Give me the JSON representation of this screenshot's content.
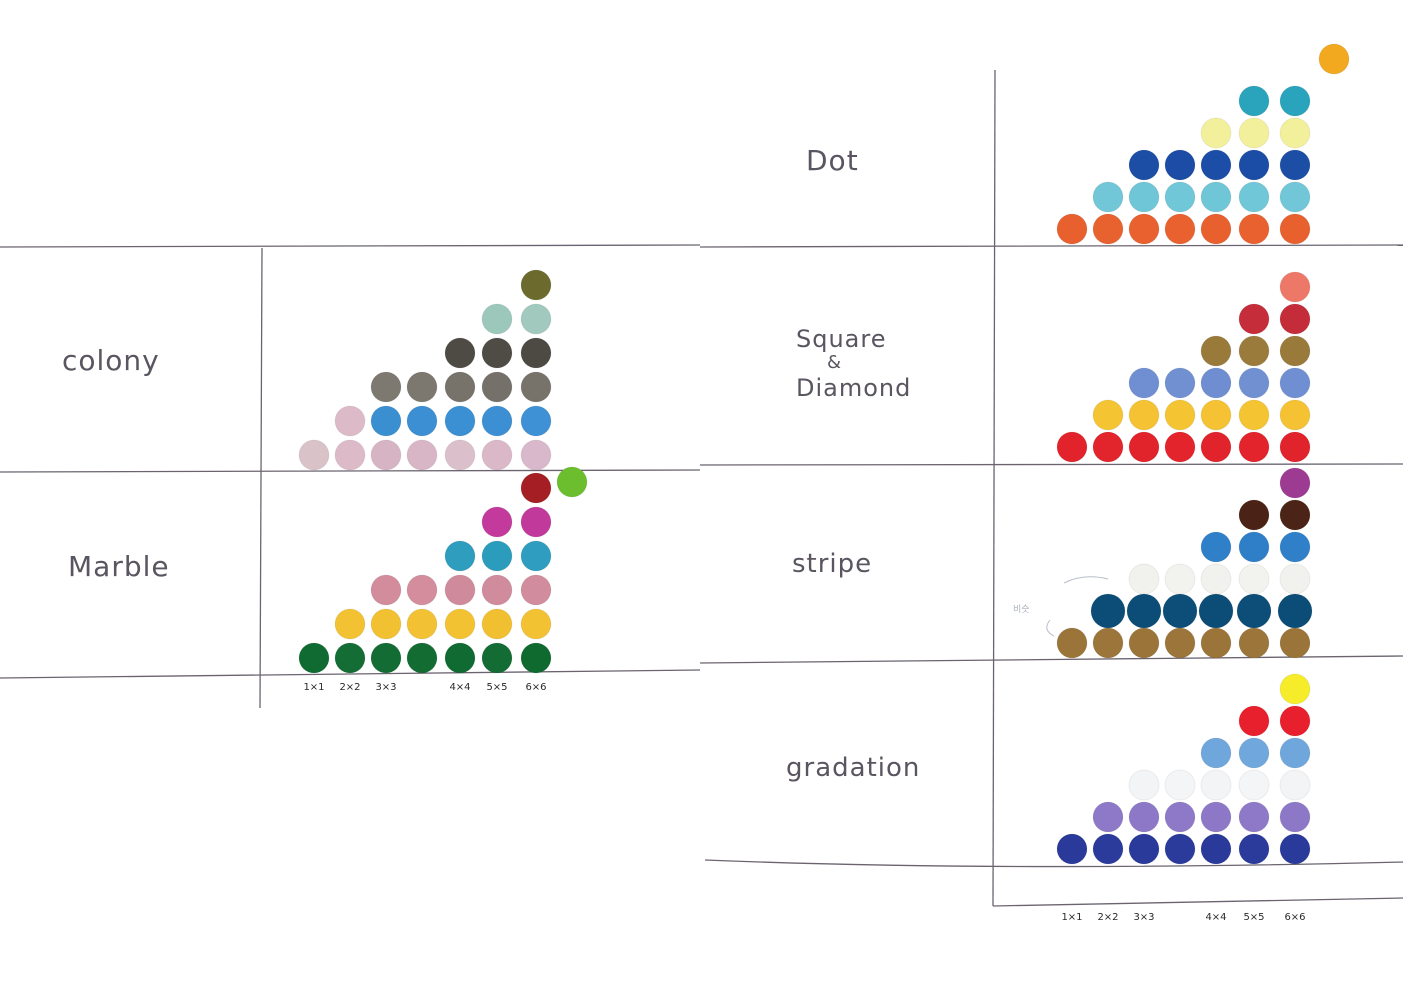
{
  "left_chart": {
    "rows": [
      {
        "label": "colony",
        "columns": [
          {
            "count": 1,
            "color": "#d9c2c8"
          },
          {
            "count": 2,
            "color": "#dcbac8"
          },
          {
            "count": 3,
            "colors": [
              "#d6b4c4",
              "#3a8fd1",
              "#7d7870"
            ]
          },
          {
            "count": 3,
            "colors": [
              "#d8b6c5",
              "#3b8fd2",
              "#7c776f"
            ]
          },
          {
            "count": 4,
            "colors": [
              "#dbbfca",
              "#3a90d3",
              "#77736b",
              "#4e4b45"
            ]
          },
          {
            "count": 5,
            "colors": [
              "#dab8c8",
              "#3c8fd2",
              "#75716a",
              "#4f4c46",
              "#9cc7bb"
            ]
          },
          {
            "count": 6,
            "colors": [
              "#dab8cc",
              "#3d91d4",
              "#77736b",
              "#4d4a44",
              "#a1c9bd",
              "#6c6b2d"
            ]
          }
        ]
      },
      {
        "label": "Marble",
        "columns": [
          {
            "count": 1,
            "color": "#0f6b31"
          },
          {
            "count": 2,
            "colors": [
              "#136d34",
              "#f3c232"
            ]
          },
          {
            "count": 3,
            "colors": [
              "#126c33",
              "#f2c131",
              "#d28c9c"
            ]
          },
          {
            "count": 3,
            "colors": [
              "#136d33",
              "#f2c234",
              "#d38d9d"
            ]
          },
          {
            "count": 4,
            "colors": [
              "#0f6b31",
              "#f3c232",
              "#cf8a9b",
              "#2f9dbe"
            ]
          },
          {
            "count": 5,
            "colors": [
              "#126c33",
              "#f1c030",
              "#d08c9c",
              "#2c9cbd",
              "#c33a9c"
            ]
          },
          {
            "count": 6,
            "colors": [
              "#0f6a30",
              "#f2c233",
              "#d18c9d",
              "#2e9dbf",
              "#c13a9b",
              "#a51e23"
            ]
          }
        ],
        "extra": {
          "color": "#6cbe2f"
        }
      }
    ],
    "x_labels": [
      "1×1",
      "2×2",
      "3×3",
      "4×4",
      "5×5",
      "6×6"
    ]
  },
  "right_chart": {
    "rows": [
      {
        "label": "Dot",
        "columns": [
          {
            "count": 1,
            "color": "#e8602e"
          },
          {
            "count": 2,
            "colors": [
              "#e8622f",
              "#71c7d8"
            ]
          },
          {
            "count": 3,
            "colors": [
              "#e8612e",
              "#6fc6d7",
              "#1d4ea6"
            ]
          },
          {
            "count": 3,
            "colors": [
              "#e9612f",
              "#70c7d8",
              "#1c4ca5"
            ]
          },
          {
            "count": 4,
            "colors": [
              "#e8602e",
              "#6fc6d7",
              "#1d4ea7",
              "#f2f09a"
            ]
          },
          {
            "count": 5,
            "colors": [
              "#e8612f",
              "#70c7d8",
              "#1c4da6",
              "#f3f09b",
              "#2aa3bc"
            ]
          },
          {
            "count": 6,
            "colors": [
              "#e8602e",
              "#71c7d8",
              "#1d4ea6",
              "#f2f09a",
              "#2aa3bc",
              "#f2a81f"
            ]
          }
        ]
      },
      {
        "label_lines": [
          "Square",
          "&",
          "Diamond"
        ],
        "columns": [
          {
            "count": 1,
            "color": "#e3232b"
          },
          {
            "count": 2,
            "colors": [
              "#e2242c",
              "#f5c433"
            ]
          },
          {
            "count": 3,
            "colors": [
              "#e1232b",
              "#f4c232",
              "#6f8fd2"
            ]
          },
          {
            "count": 3,
            "colors": [
              "#e3242c",
              "#f5c433",
              "#7090d2"
            ]
          },
          {
            "count": 4,
            "colors": [
              "#e1232b",
              "#f4c232",
              "#6e8ed1",
              "#9a7a3a"
            ]
          },
          {
            "count": 5,
            "colors": [
              "#e3242c",
              "#f5c433",
              "#7090d2",
              "#9b7b3b",
              "#c52d3a"
            ]
          },
          {
            "count": 6,
            "colors": [
              "#e1232b",
              "#f4c232",
              "#6f8fd2",
              "#9a7a3a",
              "#c42c39",
              "#ee7868"
            ]
          }
        ]
      },
      {
        "label": "stripe",
        "columns": [
          {
            "count": 1,
            "color": "#9a7438"
          },
          {
            "count": 2,
            "colors": [
              "#9b7539",
              "#0b4d76"
            ]
          },
          {
            "count": 3,
            "colors": [
              "#9a7438",
              "#0b4d76",
              "#f1f2ee"
            ]
          },
          {
            "count": 3,
            "colors": [
              "#9b7539",
              "#0c4e77",
              "#f2f3ef"
            ]
          },
          {
            "count": 4,
            "colors": [
              "#9a7438",
              "#0b4d76",
              "#f1f2ee",
              "#2f80c9"
            ]
          },
          {
            "count": 5,
            "colors": [
              "#9b7539",
              "#0c4e77",
              "#f2f3ef",
              "#2e7fc8",
              "#4a2216"
            ]
          },
          {
            "count": 6,
            "colors": [
              "#9a7438",
              "#0b4d76",
              "#f1f2ee",
              "#2f80c9",
              "#4b2317",
              "#9d3b92"
            ]
          }
        ],
        "note": "비슷"
      },
      {
        "label": "gradation",
        "columns": [
          {
            "count": 1,
            "color": "#2a3a9a"
          },
          {
            "count": 2,
            "colors": [
              "#2b3b9b",
              "#8e79c9"
            ]
          },
          {
            "count": 3,
            "colors": [
              "#2a3a9a",
              "#8d78c8",
              "#f3f4f6"
            ]
          },
          {
            "count": 3,
            "colors": [
              "#2b3b9b",
              "#8e79c9",
              "#f4f5f7"
            ]
          },
          {
            "count": 4,
            "colors": [
              "#2a3a9a",
              "#8d78c8",
              "#f3f4f6",
              "#6fa6dc"
            ]
          },
          {
            "count": 5,
            "colors": [
              "#2b3b9b",
              "#8e79c9",
              "#f4f5f7",
              "#70a7dd",
              "#e81f2c"
            ]
          },
          {
            "count": 6,
            "colors": [
              "#2a3a9a",
              "#8d78c8",
              "#f3f4f6",
              "#6fa6dc",
              "#e81f2c",
              "#f6ec2a"
            ]
          }
        ]
      }
    ],
    "x_labels": [
      "1×1",
      "2×2",
      "3×3",
      "4×4",
      "5×5",
      "6×6"
    ]
  }
}
